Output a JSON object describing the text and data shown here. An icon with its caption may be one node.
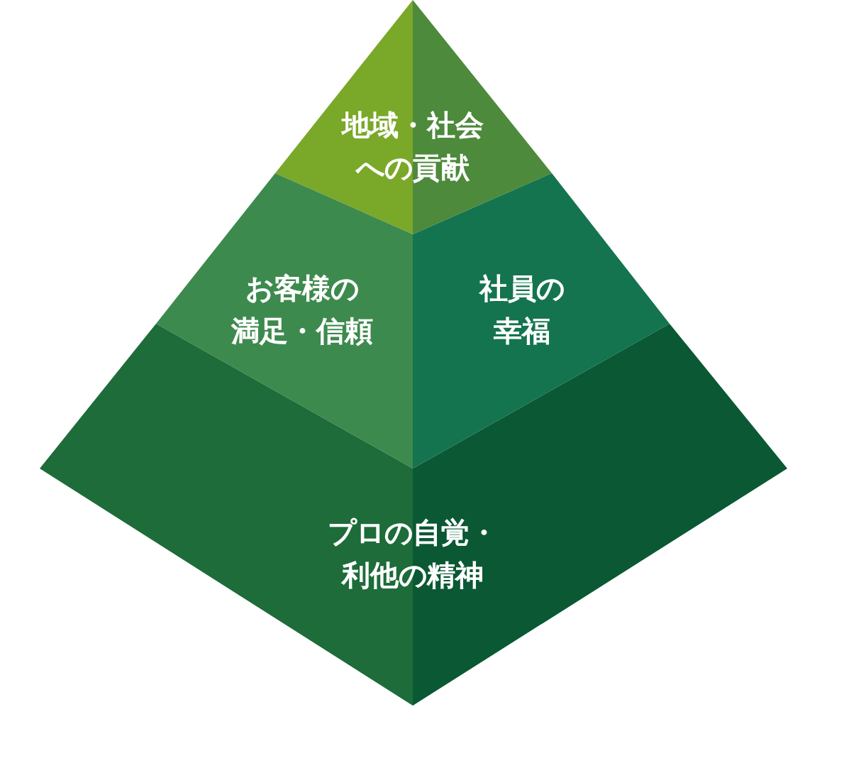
{
  "diagram": {
    "nodes": [
      {
        "text": [
          "地域・社会への貢献"
        ]
      },
      {
        "text": [
          "お客様の満足・信頼"
        ]
      },
      {
        "text": [
          "社員の幸福"
        ]
      },
      {
        "text": [
          "プロの自覚・利他の精神"
        ]
      }
    ]
  }
}
